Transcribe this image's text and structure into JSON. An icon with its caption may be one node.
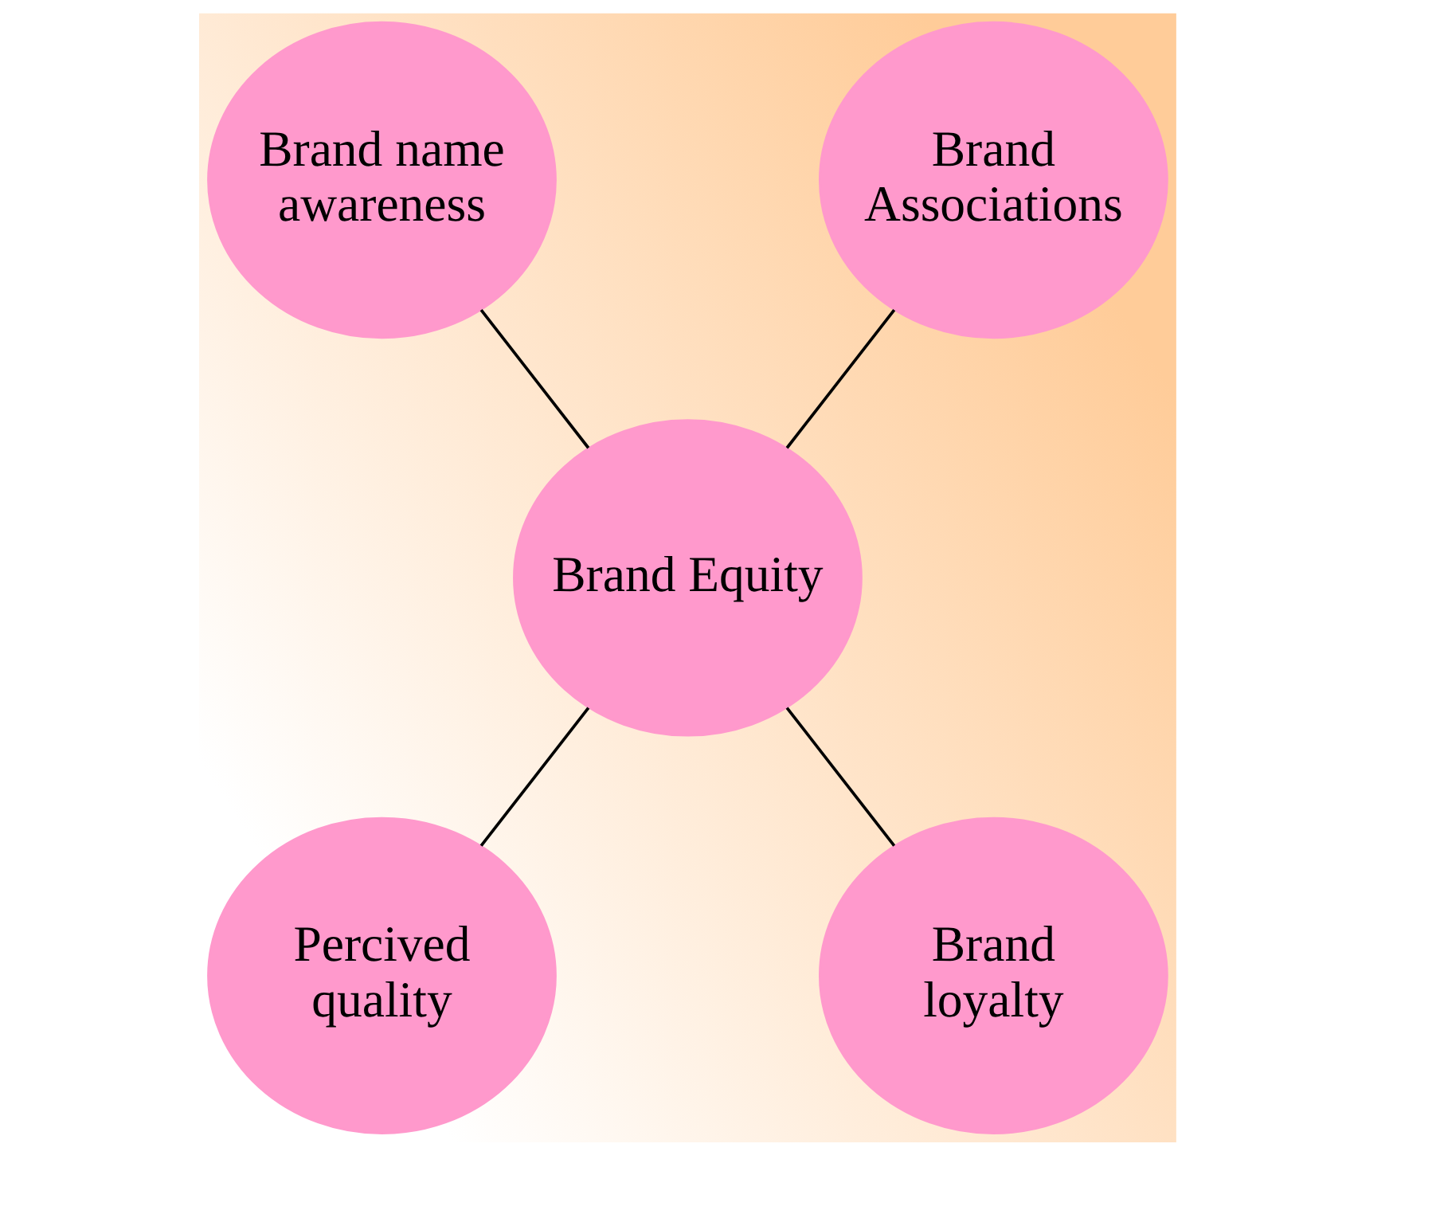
{
  "diagram": {
    "nodes": [
      {
        "text": [
          "Brand name awareness"
        ]
      },
      {
        "text": [
          "Brand Associations"
        ]
      },
      {
        "text": [
          "Brand Equity"
        ]
      },
      {
        "text": [
          "Percived quality"
        ]
      },
      {
        "text": [
          "Brand loyalty"
        ]
      }
    ],
    "edges": [
      {
        "from": 0,
        "to": 2,
        "arrow": "none"
      },
      {
        "from": 1,
        "to": 2,
        "arrow": "none"
      },
      {
        "from": 2,
        "to": 3,
        "arrow": "none"
      },
      {
        "from": 2,
        "to": 4,
        "arrow": "none"
      }
    ]
  }
}
